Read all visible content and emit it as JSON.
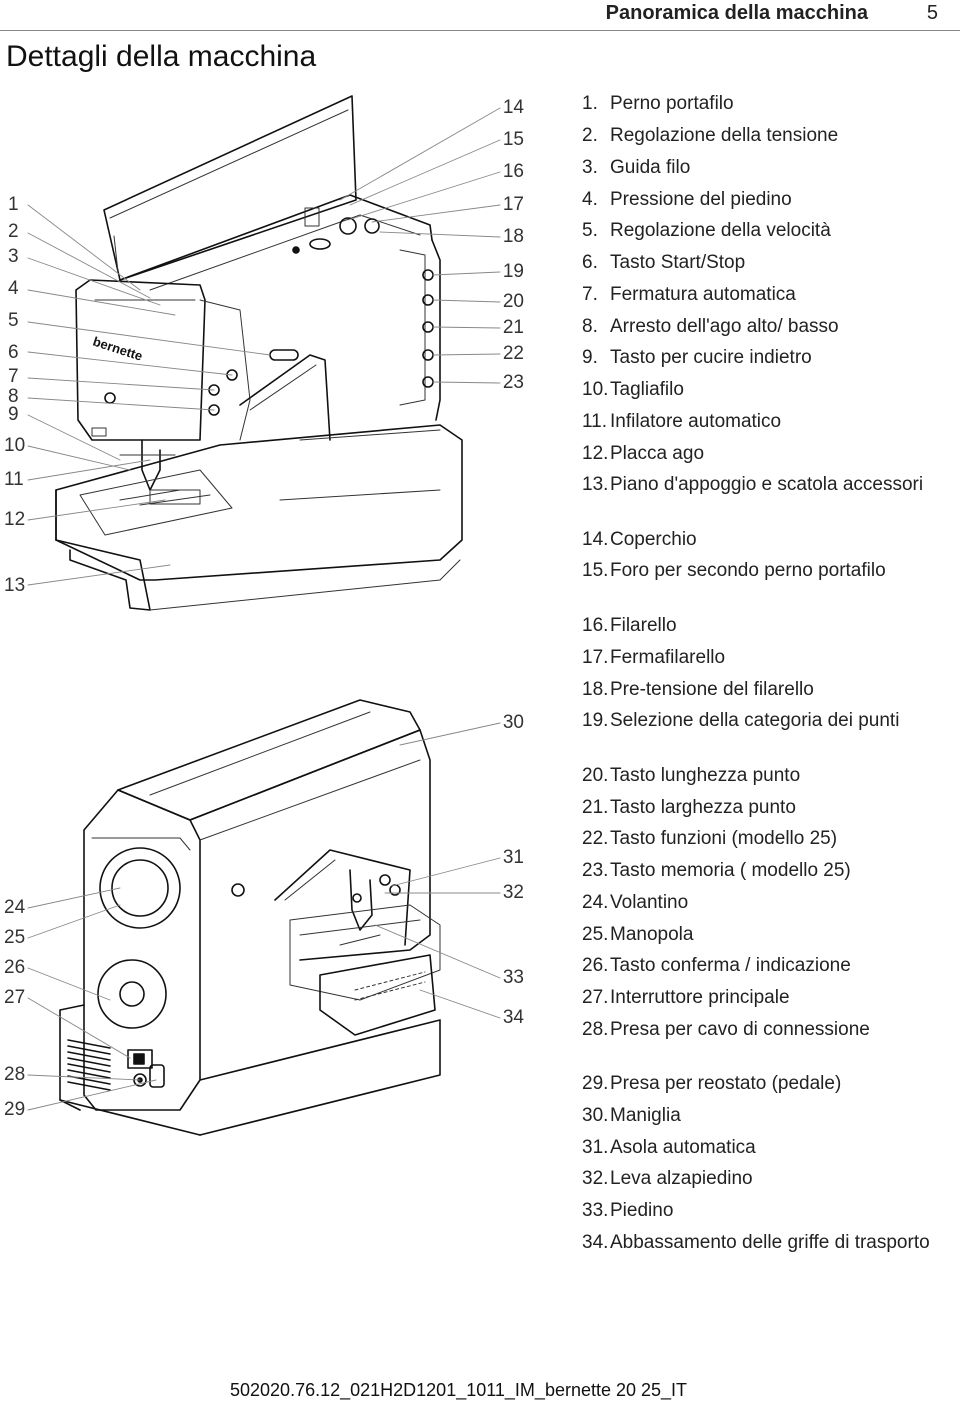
{
  "header": {
    "section_title": "Panoramica della macchina",
    "page_number": "5"
  },
  "page_title": "Dettagli della macchina",
  "brand_label": "bernette",
  "callouts_left_top": [
    "1",
    "2",
    "3",
    "4",
    "5",
    "6",
    "7",
    "8",
    "9",
    "10",
    "11",
    "12",
    "13"
  ],
  "callouts_right_top": [
    "14",
    "15",
    "16",
    "17",
    "18",
    "19",
    "20",
    "21",
    "22",
    "23"
  ],
  "callouts_left_bottom": [
    "24",
    "25",
    "26",
    "27",
    "28",
    "29"
  ],
  "callouts_right_bottom": [
    "30",
    "31",
    "32",
    "33",
    "34"
  ],
  "parts": [
    {
      "num": "1.",
      "text": "Perno portafilo"
    },
    {
      "num": "2.",
      "text": "Regolazione della tensione"
    },
    {
      "num": "3.",
      "text": "Guida filo"
    },
    {
      "num": "4.",
      "text": "Pressione del piedino"
    },
    {
      "num": "5.",
      "text": "Regolazione della velocità"
    },
    {
      "num": "6.",
      "text": "Tasto Start/Stop"
    },
    {
      "num": "7.",
      "text": "Fermatura automatica"
    },
    {
      "num": "8.",
      "text": "Arresto dell'ago alto/ basso"
    },
    {
      "num": "9.",
      "text": "Tasto per cucire indietro"
    },
    {
      "num": "10.",
      "text": "Tagliafilo"
    },
    {
      "num": "11.",
      "text": "Infilatore automatico"
    },
    {
      "num": "12.",
      "text": "Placca ago"
    },
    {
      "num": "13.",
      "text": "Piano d'appoggio e scatola accessori"
    },
    {
      "num": "14.",
      "text": "Coperchio"
    },
    {
      "num": "15.",
      "text": "Foro per secondo perno portafilo"
    },
    {
      "num": "16.",
      "text": "Filarello"
    },
    {
      "num": "17.",
      "text": "Fermafilarello"
    },
    {
      "num": "18.",
      "text": "Pre-tensione del filarello"
    },
    {
      "num": "19.",
      "text": "Selezione della categoria dei punti"
    },
    {
      "num": "20.",
      "text": "Tasto lunghezza punto"
    },
    {
      "num": "21.",
      "text": "Tasto larghezza punto"
    },
    {
      "num": "22.",
      "text": "Tasto funzioni (modello 25)"
    },
    {
      "num": "23.",
      "text": "Tasto memoria ( modello 25)"
    },
    {
      "num": "24.",
      "text": "Volantino"
    },
    {
      "num": "25.",
      "text": "Manopola"
    },
    {
      "num": "26.",
      "text": "Tasto conferma / indicazione"
    },
    {
      "num": "27.",
      "text": "Interruttore principale"
    },
    {
      "num": "28.",
      "text": "Presa per cavo di connessione"
    },
    {
      "num": "29.",
      "text": "Presa per reostato (pedale)"
    },
    {
      "num": "30.",
      "text": "Maniglia"
    },
    {
      "num": "31.",
      "text": "Asola automatica"
    },
    {
      "num": "32.",
      "text": "Leva alzapiedino"
    },
    {
      "num": "33.",
      "text": "Piedino"
    },
    {
      "num": "34.",
      "text": "Abbassamento delle griffe di trasporto"
    }
  ],
  "footer": "502020.76.12_021H2D1201_1011_IM_bernette 20 25_IT"
}
